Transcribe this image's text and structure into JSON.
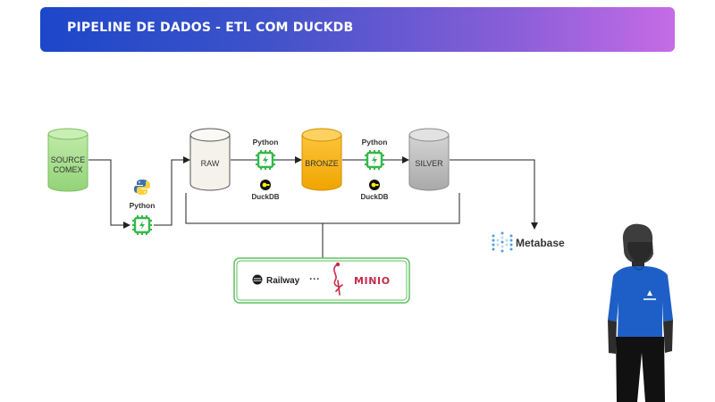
{
  "header": {
    "title": "PIPELINE DE DADOS - ETL COM DUCKDB"
  },
  "nodes": {
    "source": {
      "line1": "SOURCE",
      "line2": "COMEX"
    },
    "raw": {
      "label": "RAW"
    },
    "bronze": {
      "label": "BRONZE"
    },
    "silver": {
      "label": "SILVER"
    }
  },
  "tools": {
    "python_label": "Python",
    "duckdb_label": "DuckDB",
    "metabase_label": "Metabase",
    "railway_label": "Railway",
    "ellipsis": "···",
    "minio_label": "MINIO"
  },
  "colors": {
    "source_fill": "#a8e28d",
    "raw_fill": "#f5f2ec",
    "bronze_fill": "#fbb817",
    "silver_fill": "#bcbcbc",
    "processor_green": "#34b84a",
    "storage_border": "#5ec25e",
    "minio_red": "#c72c48",
    "shirt_blue": "#1e5fc7"
  }
}
